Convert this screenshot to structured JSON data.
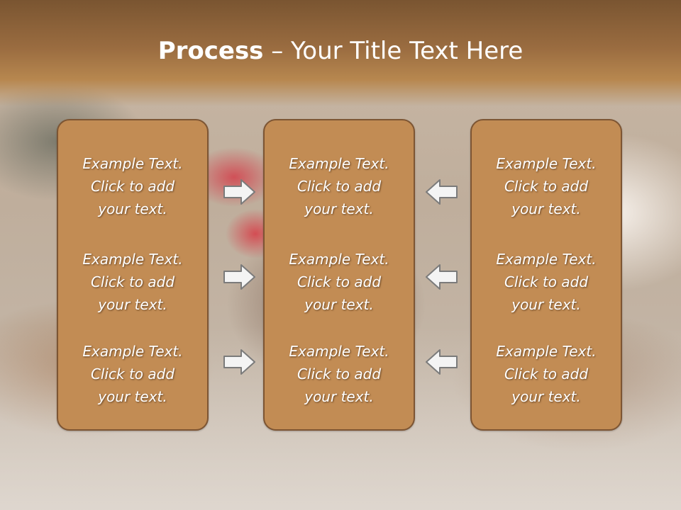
{
  "slide": {
    "title_bold": "Process",
    "title_rest": " – Your Title Text Here"
  },
  "panels": [
    {
      "blocks": [
        {
          "line1": "Example Text.",
          "line2": "Click  to add",
          "line3": "your text."
        },
        {
          "line1": "Example Text.",
          "line2": "Click  to add",
          "line3": "your text."
        },
        {
          "line1": "Example Text.",
          "line2": "Click  to add",
          "line3": "your text."
        }
      ]
    },
    {
      "blocks": [
        {
          "line1": "Example Text.",
          "line2": "Click  to add",
          "line3": "your text."
        },
        {
          "line1": "Example Text.",
          "line2": "Click  to add",
          "line3": "your text."
        },
        {
          "line1": "Example Text.",
          "line2": "Click  to add",
          "line3": "your text."
        }
      ]
    },
    {
      "blocks": [
        {
          "line1": "Example Text.",
          "line2": "Click  to add",
          "line3": "your text."
        },
        {
          "line1": "Example Text.",
          "line2": "Click  to add",
          "line3": "your text."
        },
        {
          "line1": "Example Text.",
          "line2": "Click  to add",
          "line3": "your text."
        }
      ]
    }
  ],
  "arrows": {
    "left_column": "right-arrow-icon",
    "right_column": "left-arrow-icon"
  },
  "colors": {
    "panel_fill": "#c28c54",
    "panel_border": "#7d5533",
    "title_band": "#9a6c40"
  }
}
